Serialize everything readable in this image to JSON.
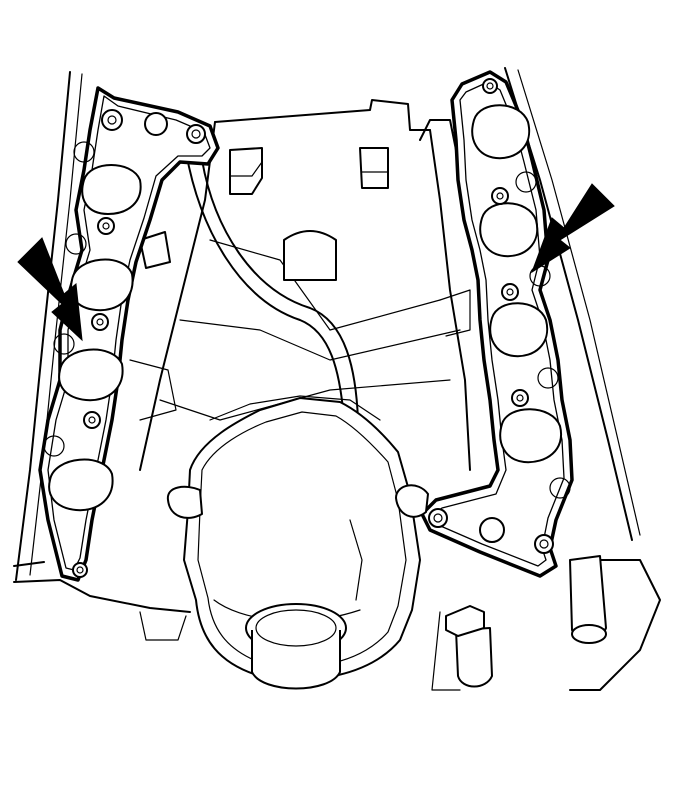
{
  "figure": {
    "kind": "technical-line-drawing",
    "subject_elements": [
      "engine-block",
      "left-intake-manifold-gasket",
      "right-intake-manifold-gasket",
      "timing-cover",
      "pointer-arrows"
    ],
    "arrow_count": 2,
    "gasket_ports_per_side": 4,
    "colors": {
      "ink": "#000000",
      "paper": "#ffffff"
    }
  }
}
